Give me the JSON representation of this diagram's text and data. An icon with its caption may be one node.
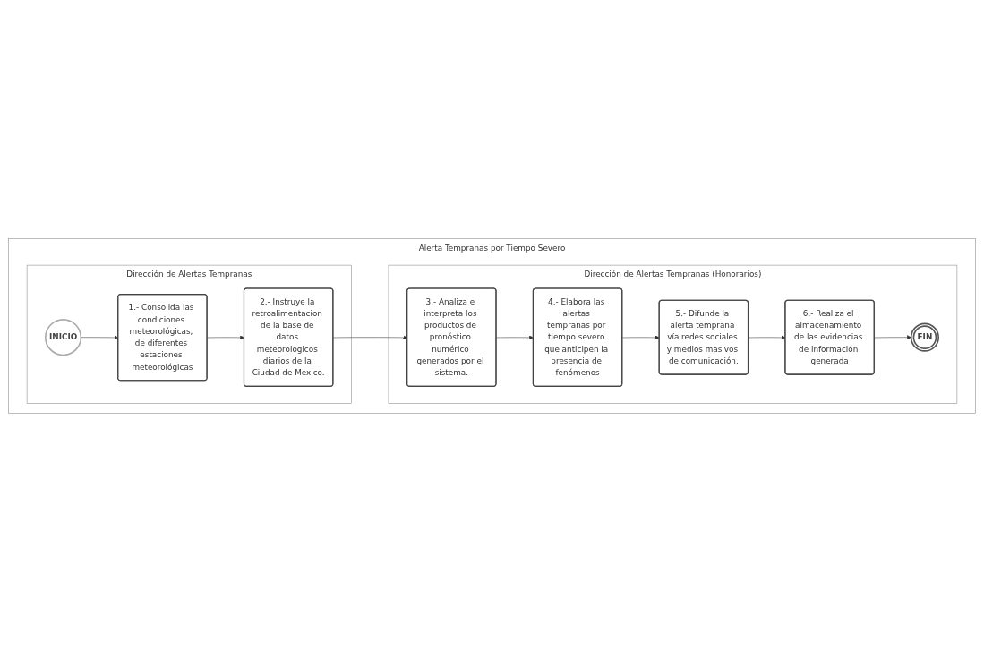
{
  "diagram": {
    "nodes": [
      {
        "text": [
          "Alerta Tempranas por Tiempo Severo"
        ]
      },
      {
        "text": [
          "Dirección de Alertas Tempranas"
        ],
        "in": 0
      },
      {
        "text": [
          "INICIO"
        ],
        "in": 1
      },
      {
        "text": [
          "1.- Consolida las condiciones meteorológicas, de diferentes estaciones meteorológicas"
        ],
        "in": 1
      },
      {
        "text": [
          "2.- Instruye la retroalimentacion de la base de datos meteorologicos diarios de la Ciudad de Mexico."
        ],
        "in": 1
      },
      {
        "text": [
          "Dirección de Alertas Tempranas (Honorarios)"
        ],
        "in": 0
      },
      {
        "text": [
          "3.- Analiza e interpreta los productos de pronóstico numérico generados por el sistema."
        ],
        "in": 5
      },
      {
        "text": [
          "4.- Elabora las alertas tempranas por tiempo severo que anticipen la presencia de fenómenos"
        ],
        "in": 5
      },
      {
        "text": [
          "5.- Difunde la alerta temprana vía redes sociales y medios masivos de comunicación."
        ],
        "in": 5
      },
      {
        "text": [
          "6.- Realiza el almacenamiento de las evidencias de información generada"
        ],
        "in": 5
      },
      {
        "text": [
          "FIN"
        ],
        "in": 5
      }
    ],
    "edges": [
      {
        "from": 2,
        "to": 3,
        "arrow": "to"
      },
      {
        "from": 3,
        "to": 4,
        "arrow": "to"
      },
      {
        "from": 4,
        "to": 6,
        "arrow": "to"
      },
      {
        "from": 6,
        "to": 7,
        "arrow": "to"
      },
      {
        "from": 7,
        "to": 8,
        "arrow": "to"
      },
      {
        "from": 8,
        "to": 9,
        "arrow": "to"
      },
      {
        "from": 9,
        "to": 10,
        "arrow": "to"
      }
    ]
  }
}
